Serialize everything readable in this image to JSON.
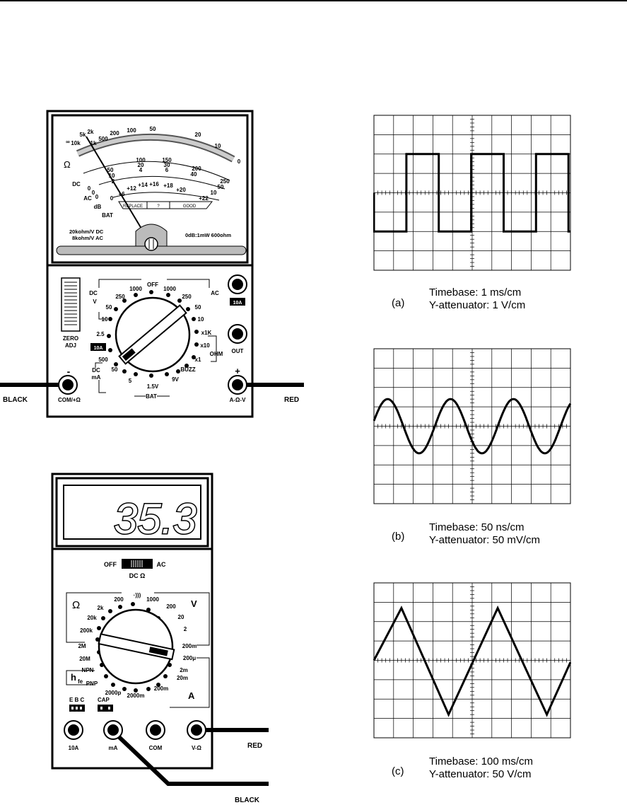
{
  "analog_meter": {
    "scale_ohm": [
      "∞",
      "10k",
      "5k",
      "2k",
      "1k",
      "500",
      "200",
      "100",
      "50",
      "20",
      "10",
      "0"
    ],
    "scale_dc_top": [
      "50",
      "10",
      "2",
      "100",
      "20",
      "4",
      "150",
      "30",
      "6",
      "200",
      "40",
      "250",
      "50",
      "10"
    ],
    "dc_label": "DC",
    "ac_label": "AC",
    "db_label": "dB",
    "bat_label": "BAT",
    "zeros": [
      "0",
      "0",
      "0",
      "0"
    ],
    "db_marks": [
      "+6",
      "+12",
      "+14",
      "+16",
      "+18",
      "+20",
      "+22"
    ],
    "bat_zones": [
      "REPLACE",
      "?",
      "GOOD"
    ],
    "spec_left": [
      "20kohm/V DC",
      "8kohm/V AC"
    ],
    "spec_right": "0dB:1mW 600ohm",
    "omega": "Ω",
    "zero_adj": [
      "ZERO",
      "ADJ"
    ],
    "badge_10a": "10A",
    "off": "OFF",
    "dc_v": [
      "DC",
      "V"
    ],
    "ac": "AC",
    "dcv_values": [
      "1000",
      "250",
      "50",
      "10"
    ],
    "acv_values": [
      "1000",
      "250",
      "50",
      "10"
    ],
    "dca_values": [
      "2.5",
      "500",
      "50",
      "5"
    ],
    "dca_label": [
      "DC",
      "mA"
    ],
    "ohm_values": [
      "x1K",
      "x10",
      "x1"
    ],
    "ohm_label": "OHM",
    "buzz": "BUZZ",
    "bat_values": [
      "1.5V",
      "9V"
    ],
    "bat_bottom": "BAT",
    "out": "OUT",
    "com": "COM/+Ω",
    "avolt": "A-Ω-V",
    "minus": "-",
    "plus": "+",
    "black": "BLACK",
    "red": "RED"
  },
  "digital_meter": {
    "reading": "35.3",
    "off": "OFF",
    "ac": "AC",
    "dc_ohm": "DC Ω",
    "omega": "Ω",
    "v": "V",
    "a": "A",
    "hfe": "h",
    "hfe_sub": "fe",
    "npn": "NPN",
    "pnp": "PNP",
    "ohm_values": [
      "200",
      "2k",
      "20k",
      "200k",
      "2M",
      "20M"
    ],
    "volt_values": [
      "1000",
      "200",
      "20",
      "2",
      "200m"
    ],
    "amp_values": [
      "200μ",
      "2m",
      "20m",
      "200m",
      "2000m"
    ],
    "cap_value": "2000p",
    "ebc": "E B C",
    "cap": "CAP",
    "jacks": [
      "10A",
      "mA",
      "COM",
      "V-Ω"
    ],
    "red": "RED",
    "black": "BLACK",
    "buzzer_symbol": "·)))"
  },
  "scopes": [
    {
      "letter": "(a)",
      "timebase": "Timebase: 1 ms/cm",
      "atten": "Y-attenuator: 1 V/cm",
      "wave": "square"
    },
    {
      "letter": "(b)",
      "timebase": "Timebase: 50 ns/cm",
      "atten": "Y-attenuator: 50 mV/cm",
      "wave": "sine"
    },
    {
      "letter": "(c)",
      "timebase": "Timebase: 100 ms/cm",
      "atten": "Y-attenuator: 50 V/cm",
      "wave": "triangle"
    }
  ]
}
